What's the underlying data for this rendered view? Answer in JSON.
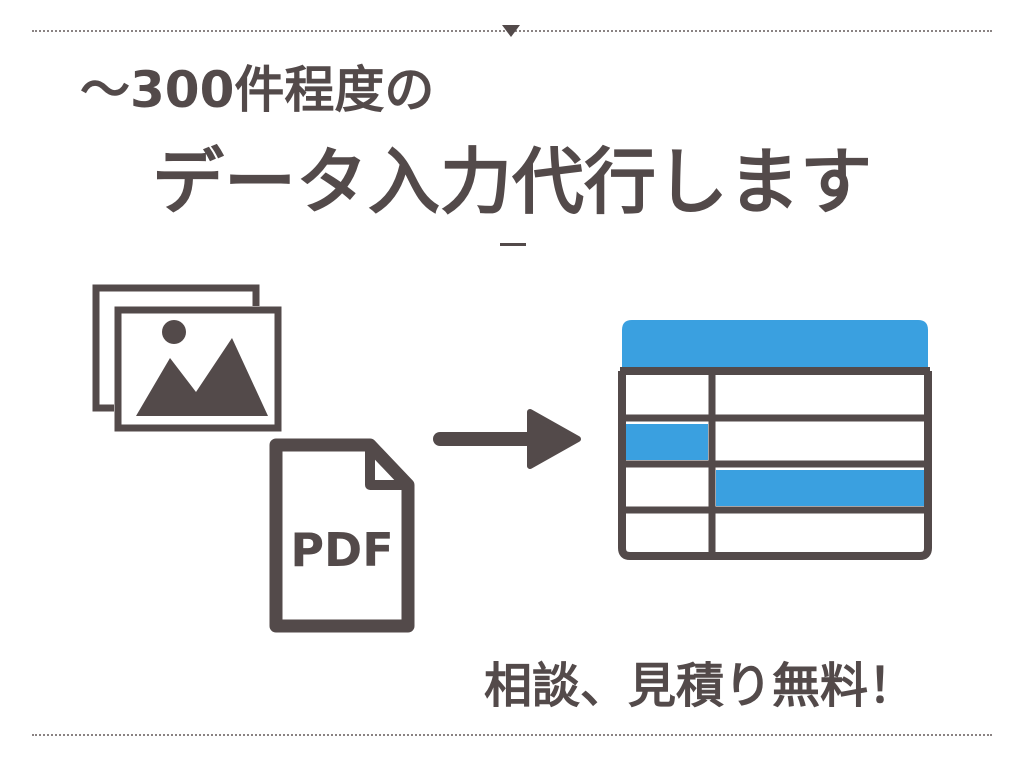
{
  "subtitle": "～300件程度の",
  "headline": "データ入力代行します",
  "footer_note": "相談、見積り無料！",
  "pdf_icon": {
    "label": "PDF"
  },
  "icons": [
    "image-stack-icon",
    "pdf-file-icon",
    "arrow-right-icon",
    "spreadsheet-table-icon"
  ],
  "colors": {
    "text": "#534a4a",
    "accent_blue": "#3aa0e0",
    "background": "#ffffff",
    "dotted_rule": "#8a8383"
  }
}
